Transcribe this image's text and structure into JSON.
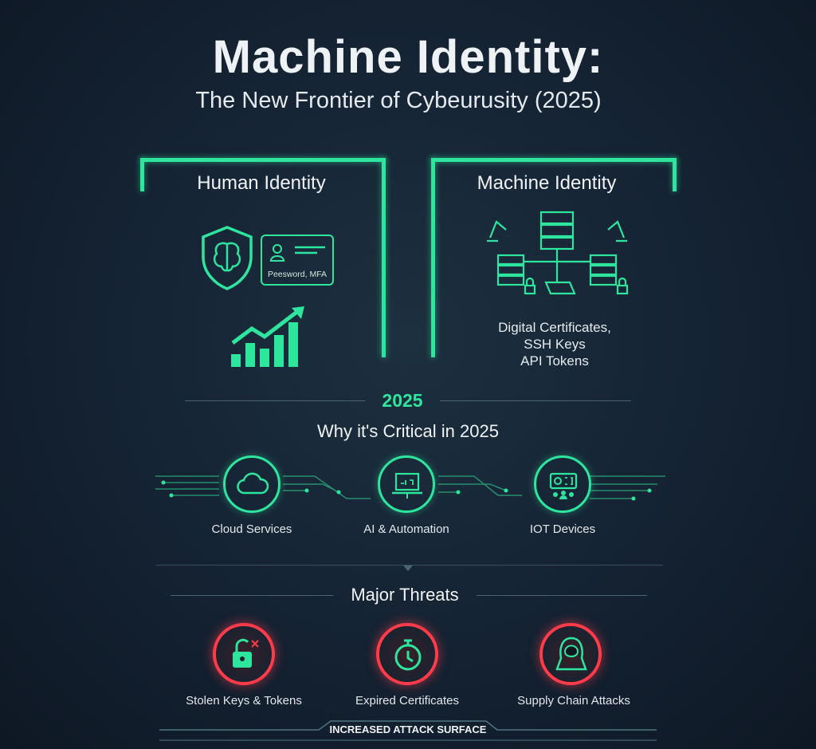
{
  "header": {
    "title": "Machine Identity:",
    "subtitle": "The New Frontier of Cybeurusity (2025)"
  },
  "human": {
    "title": "Human Identity",
    "card_text": "Peesword, MFA",
    "icons": [
      "shield-brain-icon",
      "id-card-icon",
      "growth-chart-icon"
    ]
  },
  "machine": {
    "title": "Machine Identity",
    "lines": [
      "Digital Certificates,",
      "SSH Keys",
      "API Tokens"
    ],
    "icons": [
      "servers-network-icon",
      "robot-arm-icon",
      "lock-icon"
    ]
  },
  "year": "2025",
  "critical": {
    "title": "Why it's Critical in 2025",
    "items": [
      {
        "label": "Cloud Services",
        "icon": "cloud-icon"
      },
      {
        "label": "AI & Automation",
        "icon": "laptop-icon"
      },
      {
        "label": "IOT Devices",
        "icon": "iot-device-icon"
      }
    ]
  },
  "threats": {
    "title": "Major Threats",
    "items": [
      {
        "label": "Stolen Keys & Tokens",
        "icon": "unlocked-padlock-icon"
      },
      {
        "label": "Expired Certificates",
        "icon": "stopwatch-icon"
      },
      {
        "label": "Supply Chain Attacks",
        "icon": "hooded-hacker-icon"
      }
    ]
  },
  "footer": {
    "badge": "INCREASED ATTACK SURFACE"
  },
  "colors": {
    "accent": "#2ee59d",
    "threat": "#ff3b4a",
    "background": "#142232"
  }
}
